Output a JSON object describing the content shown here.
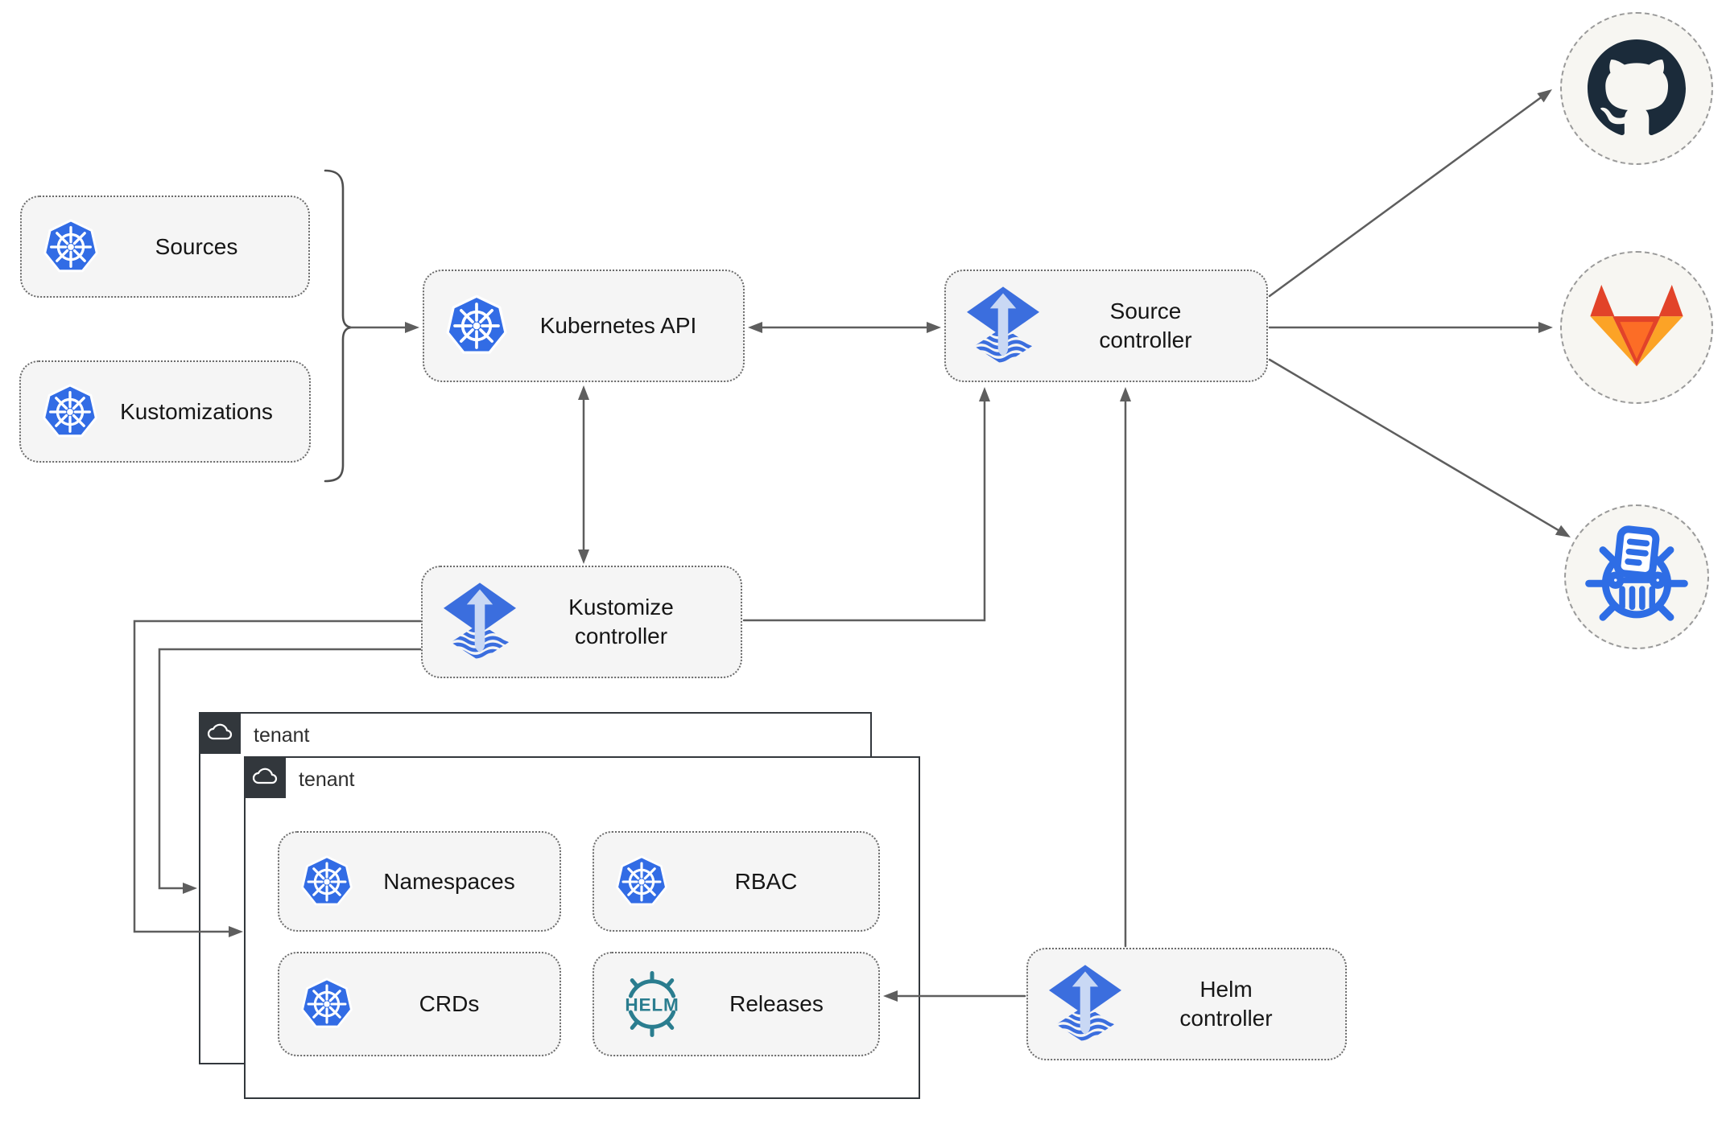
{
  "colors": {
    "k8s_blue": "#326CE5",
    "flux_blue": "#3B6EDE",
    "flux_arrow": "#C9D8F4",
    "helm_teal": "#2A7D8F",
    "github_dark": "#1B2B3A",
    "gitlab_red": "#E24329",
    "gitlab_orange": "#FC6D26",
    "gitlab_yellow": "#FCA326",
    "registry_blue": "#2E6DE5",
    "wire_gray": "#5E5E5E",
    "bracket_gray": "#4F4F4F",
    "node_bg": "#F5F5F5",
    "tenant_dark": "#32373C"
  },
  "nodes": {
    "sources": {
      "label": "Sources",
      "icon": "kubernetes-icon"
    },
    "kustomizations": {
      "label": "Kustomizations",
      "icon": "kubernetes-icon"
    },
    "kubernetes_api": {
      "label": "Kubernetes API",
      "icon": "kubernetes-icon"
    },
    "source_controller": {
      "label": "Source controller",
      "icon": "flux-icon"
    },
    "kustomize_controller": {
      "label": "Kustomize controller",
      "icon": "flux-icon"
    },
    "helm_controller": {
      "label": "Helm controller",
      "icon": "flux-icon"
    },
    "namespaces": {
      "label": "Namespaces",
      "icon": "kubernetes-icon"
    },
    "rbac": {
      "label": "RBAC",
      "icon": "kubernetes-icon"
    },
    "crds": {
      "label": "CRDs",
      "icon": "kubernetes-icon"
    },
    "releases": {
      "label": "Releases",
      "icon": "helm-icon"
    }
  },
  "containers": {
    "tenant_outer": {
      "label": "tenant",
      "icon": "cloud-icon"
    },
    "tenant_inner": {
      "label": "tenant",
      "icon": "cloud-icon"
    }
  },
  "external_targets": {
    "github": {
      "icon": "github-icon"
    },
    "gitlab": {
      "icon": "gitlab-icon"
    },
    "registry": {
      "icon": "registry-icon"
    }
  },
  "helm_logo_text": "HELM"
}
